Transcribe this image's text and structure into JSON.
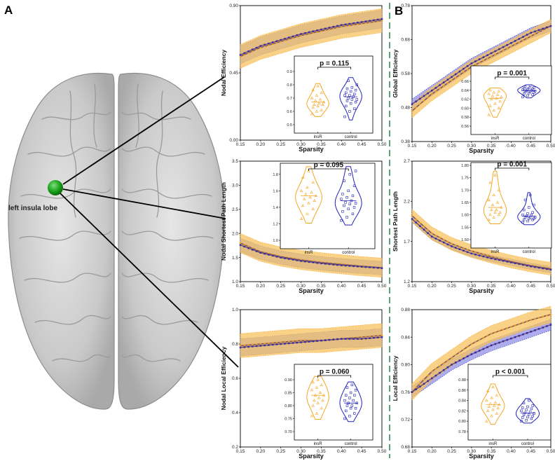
{
  "panel_letters": {
    "a": "A",
    "b": "B"
  },
  "brain": {
    "label": "left insula lobe",
    "node_color": "#1aa31a"
  },
  "colors": {
    "insR": "#f5a623",
    "insR_band": "#f7c35f",
    "control": "#2222bb",
    "control_band": "#8a8ae6",
    "mean_line": "#7a5566",
    "divider": "#2e8b57"
  },
  "chart_data": [
    {
      "id": "nodal-efficiency",
      "type": "line",
      "xlabel": "Sparsity",
      "ylabel": "Nodal Efficiency",
      "xlim": [
        0.15,
        0.5
      ],
      "ylim": [
        0.0,
        0.9
      ],
      "xticks": [
        "0.15",
        "0.20",
        "0.25",
        "0.30",
        "0.35",
        "0.40",
        "0.45",
        "0.50"
      ],
      "yticks": [
        "0.00",
        "0.45",
        "0.90"
      ],
      "x": [
        0.15,
        0.2,
        0.25,
        0.3,
        0.35,
        0.4,
        0.45,
        0.5
      ],
      "series": [
        {
          "name": "insR",
          "values": [
            0.56,
            0.62,
            0.66,
            0.7,
            0.73,
            0.76,
            0.78,
            0.8
          ],
          "band": 0.08
        },
        {
          "name": "control",
          "values": [
            0.57,
            0.63,
            0.67,
            0.71,
            0.74,
            0.77,
            0.79,
            0.81
          ],
          "band": 0.06
        }
      ],
      "inset": {
        "ylim": [
          0.5,
          0.9
        ],
        "yticks": [
          "0.5",
          "0.6",
          "0.7",
          "0.8",
          "0.9"
        ],
        "groups": [
          "insR",
          "control"
        ],
        "p_text": "p = 0.115",
        "insR_points": [
          0.58,
          0.6,
          0.61,
          0.63,
          0.64,
          0.65,
          0.65,
          0.66,
          0.67,
          0.68,
          0.69,
          0.7,
          0.72,
          0.74,
          0.76,
          0.79
        ],
        "control_points": [
          0.56,
          0.6,
          0.62,
          0.64,
          0.66,
          0.67,
          0.68,
          0.69,
          0.69,
          0.7,
          0.71,
          0.72,
          0.72,
          0.73,
          0.74,
          0.75,
          0.76,
          0.77,
          0.78,
          0.8,
          0.83
        ]
      }
    },
    {
      "id": "nodal-shortest-path",
      "type": "line",
      "xlabel": "Sparsity",
      "ylabel": "Nodal Shortest Path Length",
      "xlim": [
        0.15,
        0.5
      ],
      "ylim": [
        1.0,
        3.5
      ],
      "xticks": [
        "0.15",
        "0.20",
        "0.25",
        "0.30",
        "0.35",
        "0.40",
        "0.45",
        "0.50"
      ],
      "yticks": [
        "1.0",
        "1.5",
        "2.0",
        "2.5",
        "3.0",
        "3.5"
      ],
      "x": [
        0.15,
        0.2,
        0.25,
        0.3,
        0.35,
        0.4,
        0.45,
        0.5
      ],
      "series": [
        {
          "name": "insR",
          "values": [
            1.8,
            1.62,
            1.52,
            1.45,
            1.4,
            1.36,
            1.32,
            1.29
          ],
          "band": 0.2
        },
        {
          "name": "control",
          "values": [
            1.76,
            1.6,
            1.5,
            1.43,
            1.38,
            1.34,
            1.31,
            1.28
          ],
          "band": 0.14
        }
      ],
      "inset": {
        "ylim": [
          1.0,
          1.9
        ],
        "yticks": [
          "1.0",
          "1.2",
          "1.4",
          "1.6",
          "1.8"
        ],
        "groups": [
          "insR",
          "control"
        ],
        "p_text": "p = 0.095",
        "insR_points": [
          1.26,
          1.32,
          1.38,
          1.42,
          1.45,
          1.48,
          1.5,
          1.52,
          1.54,
          1.56,
          1.58,
          1.6,
          1.64,
          1.7,
          1.76,
          1.84
        ],
        "control_points": [
          1.24,
          1.28,
          1.32,
          1.35,
          1.38,
          1.4,
          1.42,
          1.44,
          1.45,
          1.46,
          1.48,
          1.5,
          1.52,
          1.54,
          1.56,
          1.6,
          1.66,
          1.72,
          1.8,
          1.84
        ]
      }
    },
    {
      "id": "nodal-local-efficiency",
      "type": "line",
      "xlabel": "Sparsity",
      "ylabel": "Nodal Local Efficiency",
      "xlim": [
        0.15,
        0.5
      ],
      "ylim": [
        0.2,
        1.0
      ],
      "xticks": [
        "0.15",
        "0.20",
        "0.25",
        "0.30",
        "0.35",
        "0.40",
        "0.45",
        "0.50"
      ],
      "yticks": [
        "0.2",
        "0.4",
        "0.6",
        "0.8",
        "1.0"
      ],
      "x": [
        0.15,
        0.2,
        0.25,
        0.3,
        0.35,
        0.4,
        0.45,
        0.5
      ],
      "series": [
        {
          "name": "insR",
          "values": [
            0.79,
            0.8,
            0.81,
            0.82,
            0.82,
            0.83,
            0.84,
            0.85
          ],
          "band": 0.07
        },
        {
          "name": "control",
          "values": [
            0.78,
            0.79,
            0.8,
            0.81,
            0.82,
            0.83,
            0.83,
            0.84
          ],
          "band": 0.05
        }
      ],
      "inset": {
        "ylim": [
          0.7,
          0.9
        ],
        "yticks": [
          "0.70",
          "0.75",
          "0.80",
          "0.85",
          "0.90"
        ],
        "groups": [
          "insR",
          "control"
        ],
        "p_text": "p = 0.060",
        "insR_points": [
          0.76,
          0.77,
          0.79,
          0.8,
          0.81,
          0.82,
          0.82,
          0.83,
          0.84,
          0.84,
          0.85,
          0.86,
          0.87,
          0.88,
          0.89,
          0.9
        ],
        "control_points": [
          0.75,
          0.76,
          0.77,
          0.78,
          0.79,
          0.79,
          0.8,
          0.8,
          0.81,
          0.81,
          0.82,
          0.82,
          0.83,
          0.84,
          0.84,
          0.85,
          0.86,
          0.87,
          0.88
        ]
      }
    },
    {
      "id": "global-efficiency",
      "type": "line",
      "xlabel": "Sparsity",
      "ylabel": "Global Efficiency",
      "xlim": [
        0.15,
        0.5
      ],
      "ylim": [
        0.38,
        0.78
      ],
      "xticks": [
        "0.15",
        "0.20",
        "0.25",
        "0.30",
        "0.35",
        "0.40",
        "0.45",
        "0.50"
      ],
      "yticks": [
        "0.38",
        "0.48",
        "0.58",
        "0.68",
        "0.78"
      ],
      "x": [
        0.15,
        0.2,
        0.25,
        0.3,
        0.35,
        0.4,
        0.45,
        0.5
      ],
      "series": [
        {
          "name": "insR",
          "values": [
            0.47,
            0.52,
            0.56,
            0.6,
            0.63,
            0.66,
            0.69,
            0.72
          ],
          "band": 0.02
        },
        {
          "name": "control",
          "values": [
            0.49,
            0.53,
            0.57,
            0.61,
            0.64,
            0.67,
            0.7,
            0.72
          ],
          "band": 0.015
        }
      ],
      "inset": {
        "ylim": [
          0.56,
          0.66
        ],
        "yticks": [
          "0.56",
          "0.58",
          "0.60",
          "0.62",
          "0.64",
          "0.66"
        ],
        "groups": [
          "insR",
          "control"
        ],
        "p_text": "p = 0.001",
        "insR_points": [
          0.585,
          0.595,
          0.6,
          0.605,
          0.61,
          0.615,
          0.62,
          0.622,
          0.625,
          0.627,
          0.63,
          0.632,
          0.635,
          0.638,
          0.64
        ],
        "control_points": [
          0.625,
          0.628,
          0.63,
          0.632,
          0.634,
          0.635,
          0.636,
          0.637,
          0.638,
          0.639,
          0.64,
          0.641,
          0.642,
          0.643,
          0.644,
          0.645,
          0.646,
          0.648,
          0.65
        ]
      }
    },
    {
      "id": "shortest-path-length",
      "type": "line",
      "xlabel": "Sparsity",
      "ylabel": "Shortest Path Length",
      "xlim": [
        0.15,
        0.5
      ],
      "ylim": [
        1.2,
        2.7
      ],
      "xticks": [
        "0.15",
        "0.20",
        "0.25",
        "0.30",
        "0.35",
        "0.40",
        "0.45",
        "0.50"
      ],
      "yticks": [
        "1.2",
        "1.7",
        "2.2",
        "2.7"
      ],
      "x": [
        0.15,
        0.2,
        0.25,
        0.3,
        0.35,
        0.4,
        0.45,
        0.5
      ],
      "series": [
        {
          "name": "insR",
          "values": [
            2.02,
            1.8,
            1.67,
            1.58,
            1.51,
            1.45,
            1.4,
            1.36
          ],
          "band": 0.08
        },
        {
          "name": "control",
          "values": [
            1.98,
            1.76,
            1.64,
            1.55,
            1.49,
            1.44,
            1.39,
            1.35
          ],
          "band": 0.04
        }
      ],
      "inset": {
        "ylim": [
          1.5,
          1.8
        ],
        "yticks": [
          "1.50",
          "1.55",
          "1.60",
          "1.65",
          "1.70",
          "1.75",
          "1.80"
        ],
        "groups": [
          "insR",
          "control"
        ],
        "p_text": "p = 0.001",
        "insR_points": [
          1.58,
          1.59,
          1.6,
          1.6,
          1.61,
          1.61,
          1.62,
          1.62,
          1.63,
          1.64,
          1.65,
          1.66,
          1.68,
          1.7,
          1.73,
          1.76
        ],
        "control_points": [
          1.57,
          1.575,
          1.58,
          1.58,
          1.585,
          1.585,
          1.59,
          1.59,
          1.59,
          1.595,
          1.6,
          1.6,
          1.605,
          1.61,
          1.62,
          1.63,
          1.64,
          1.66,
          1.68
        ]
      }
    },
    {
      "id": "local-efficiency",
      "type": "line",
      "xlabel": "Sparsity",
      "ylabel": "Local Efficiency",
      "xlim": [
        0.15,
        0.5
      ],
      "ylim": [
        0.68,
        0.88
      ],
      "xticks": [
        "0.15",
        "0.20",
        "0.25",
        "0.30",
        "0.35",
        "0.40",
        "0.45",
        "0.50"
      ],
      "yticks": [
        "0.68",
        "0.72",
        "0.76",
        "0.80",
        "0.84",
        "0.88"
      ],
      "x": [
        0.15,
        0.2,
        0.25,
        0.3,
        0.35,
        0.4,
        0.45,
        0.5
      ],
      "series": [
        {
          "name": "insR",
          "values": [
            0.76,
            0.79,
            0.81,
            0.83,
            0.845,
            0.855,
            0.865,
            0.873
          ],
          "band": 0.012
        },
        {
          "name": "control",
          "values": [
            0.76,
            0.78,
            0.8,
            0.815,
            0.828,
            0.838,
            0.848,
            0.858
          ],
          "band": 0.008
        }
      ],
      "inset": {
        "ylim": [
          0.78,
          0.88
        ],
        "yticks": [
          "0.78",
          "0.80",
          "0.82",
          "0.84",
          "0.86",
          "0.88"
        ],
        "groups": [
          "insR",
          "control"
        ],
        "p_text": "p < 0.001",
        "insR_points": [
          0.8,
          0.81,
          0.815,
          0.82,
          0.822,
          0.825,
          0.828,
          0.83,
          0.832,
          0.834,
          0.836,
          0.84,
          0.845,
          0.85,
          0.858,
          0.866
        ],
        "control_points": [
          0.8,
          0.802,
          0.805,
          0.807,
          0.808,
          0.81,
          0.812,
          0.813,
          0.815,
          0.816,
          0.818,
          0.82,
          0.822,
          0.824,
          0.826,
          0.828,
          0.83,
          0.835,
          0.84
        ]
      }
    }
  ]
}
